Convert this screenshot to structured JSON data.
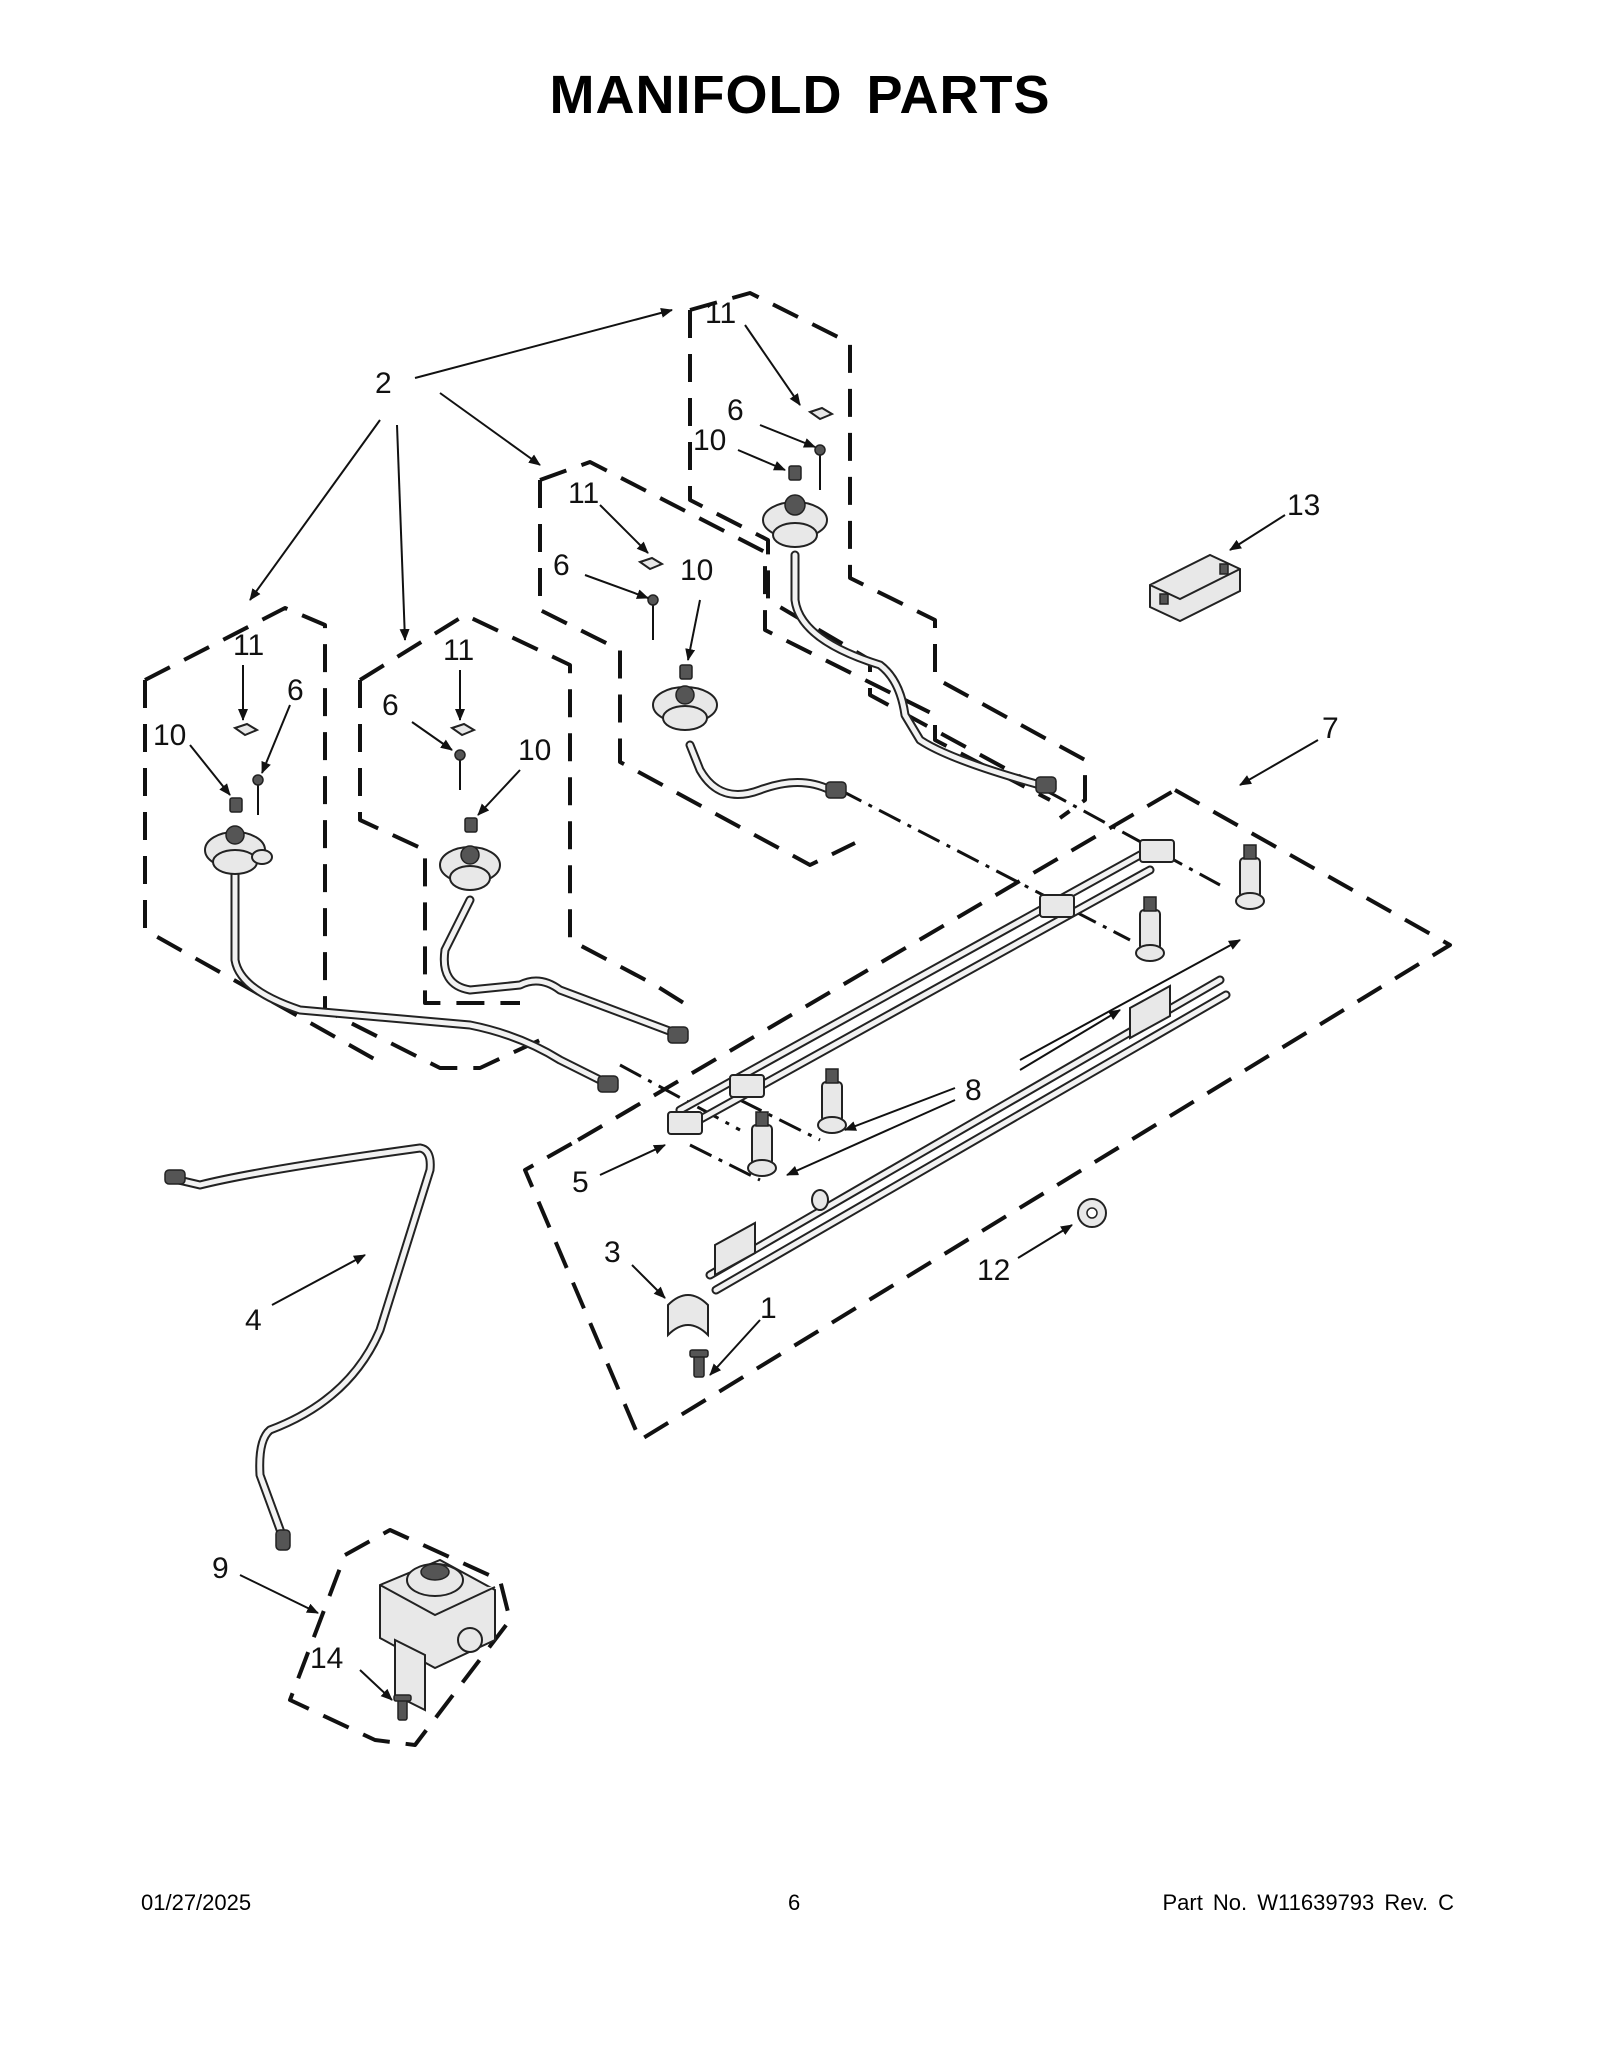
{
  "title": "MANIFOLD PARTS",
  "footer": {
    "date": "01/27/2025",
    "page": "6",
    "part": "Part No.  W11639793  Rev.  C"
  },
  "callouts": {
    "c1": "1",
    "c2": "2",
    "c3": "3",
    "c4": "4",
    "c5": "5",
    "c6a": "6",
    "c6b": "6",
    "c6c": "6",
    "c6d": "6",
    "c7": "7",
    "c8": "8",
    "c9": "9",
    "c10a": "10",
    "c10b": "10",
    "c10c": "10",
    "c10d": "10",
    "c11a": "11",
    "c11b": "11",
    "c11c": "11",
    "c11d": "11",
    "c12": "12",
    "c13": "13",
    "c14": "14"
  }
}
